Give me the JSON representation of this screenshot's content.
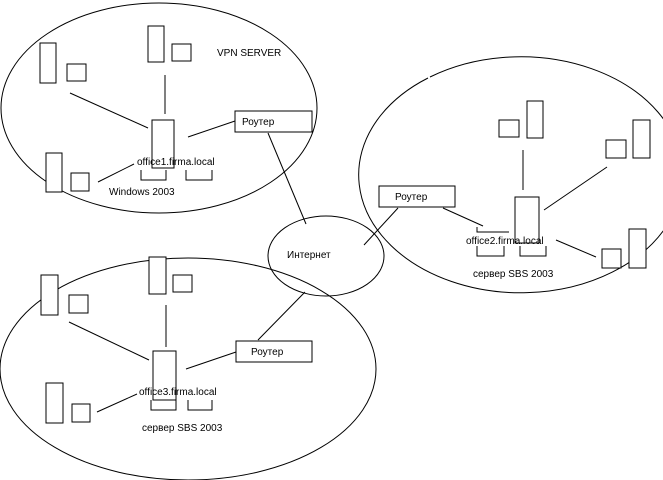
{
  "diagram": {
    "vpn_server_label": "VPN SERVER",
    "internet_label": "Интернет",
    "office1": {
      "router_label": "Роутер",
      "server_label": "office1.firma.local",
      "os_label": "Windows  2003"
    },
    "office2": {
      "router_label": "Роутер",
      "server_label": "office2.firma.local",
      "os_label": "сервер SBS 2003"
    },
    "office3": {
      "router_label": "Роутер",
      "server_label": "office3.firma.local",
      "os_label": "сервер SBS  2003"
    }
  }
}
